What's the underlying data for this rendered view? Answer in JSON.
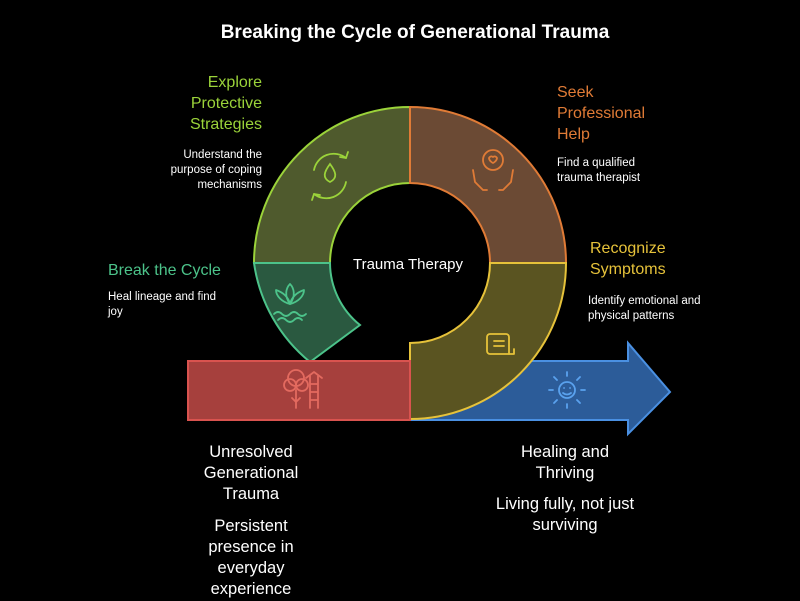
{
  "title": "Breaking the Cycle of Generational Trauma",
  "center_label": "Trauma Therapy",
  "stages": {
    "explore": {
      "title": "Explore Protective Strategies",
      "description": "Understand the purpose of coping mechanisms",
      "color": "#9bd33a",
      "icon": "water-cycle-icon"
    },
    "seek_help": {
      "title": "Seek Professional Help",
      "description": "Find a qualified trauma therapist",
      "color": "#e07b36",
      "icon": "caring-hands-heart-icon"
    },
    "recognize": {
      "title": "Recognize Symptoms",
      "description": "Identify emotional and physical patterns",
      "color": "#e6c23a",
      "icon": "document-icon"
    },
    "break_cycle": {
      "title": "Break the Cycle",
      "description": "Heal lineage and find joy",
      "color": "#4cc38a",
      "icon": "lotus-icon"
    }
  },
  "start": {
    "title": "Unresolved Generational Trauma",
    "description": "Persistent presence in everyday experience",
    "color": "#d9534f",
    "icon": "tree-ladder-icon"
  },
  "end": {
    "title": "Healing and Thriving",
    "description": "Living fully, not just surviving",
    "color": "#3b7fd1",
    "icon": "sun-icon"
  }
}
